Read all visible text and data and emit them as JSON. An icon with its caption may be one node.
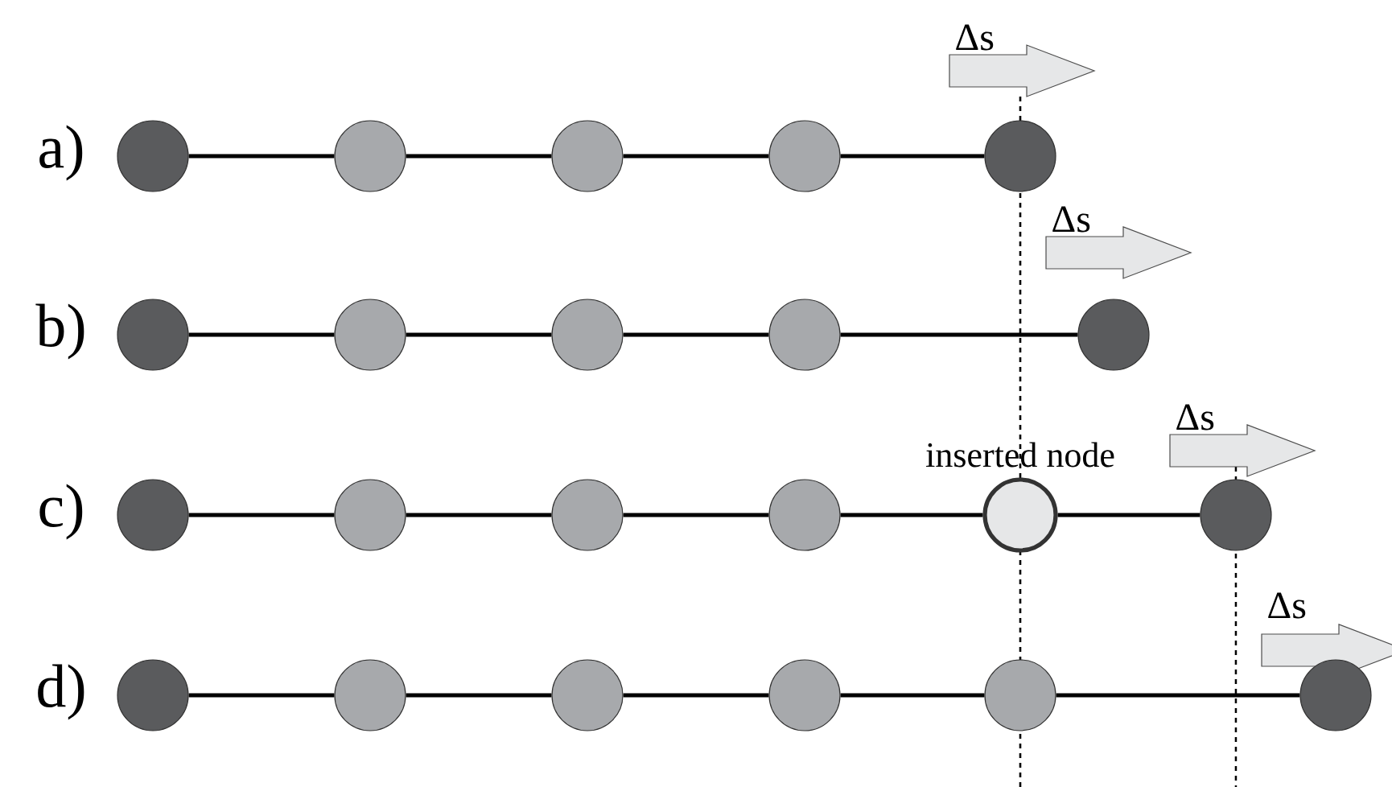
{
  "diagram": {
    "nodes": [
      {
        "text": [],
        "shape": "circle"
      },
      {
        "text": [],
        "shape": "circle"
      },
      {
        "text": [],
        "shape": "circle"
      },
      {
        "text": [],
        "shape": "circle"
      },
      {
        "text": [],
        "shape": "circle"
      },
      {
        "text": [],
        "shape": "circle"
      },
      {
        "text": [],
        "shape": "circle"
      },
      {
        "text": [],
        "shape": "circle"
      },
      {
        "text": [],
        "shape": "circle"
      },
      {
        "text": [],
        "shape": "circle"
      },
      {
        "text": [],
        "shape": "circle"
      },
      {
        "text": [],
        "shape": "circle"
      },
      {
        "text": [],
        "shape": "circle"
      },
      {
        "text": [],
        "shape": "circle"
      },
      {
        "text": [],
        "shape": "circle",
        "beside": [
          "inserted node"
        ]
      },
      {
        "text": [],
        "shape": "circle"
      },
      {
        "text": [],
        "shape": "circle"
      },
      {
        "text": [],
        "shape": "circle"
      },
      {
        "text": [],
        "shape": "circle"
      },
      {
        "text": [],
        "shape": "circle"
      },
      {
        "text": [],
        "shape": "circle"
      },
      {
        "text": [],
        "shape": "circle"
      }
    ],
    "edges": [
      {
        "from": 0,
        "to": 1,
        "arrow": "none"
      },
      {
        "from": 1,
        "to": 2,
        "arrow": "none"
      },
      {
        "from": 2,
        "to": 3,
        "arrow": "none"
      },
      {
        "from": 3,
        "to": 4,
        "arrow": "none"
      },
      {
        "from": 5,
        "to": 6,
        "arrow": "none"
      },
      {
        "from": 6,
        "to": 7,
        "arrow": "none"
      },
      {
        "from": 7,
        "to": 8,
        "arrow": "none"
      },
      {
        "from": 8,
        "to": 9,
        "arrow": "none"
      },
      {
        "from": 10,
        "to": 11,
        "arrow": "none"
      },
      {
        "from": 11,
        "to": 12,
        "arrow": "none"
      },
      {
        "from": 12,
        "to": 13,
        "arrow": "none"
      },
      {
        "from": 13,
        "to": 14,
        "arrow": "none"
      },
      {
        "from": 14,
        "to": 15,
        "arrow": "none"
      },
      {
        "from": 16,
        "to": 17,
        "arrow": "none"
      },
      {
        "from": 17,
        "to": 18,
        "arrow": "none"
      },
      {
        "from": 18,
        "to": 19,
        "arrow": "none"
      },
      {
        "from": 19,
        "to": 20,
        "arrow": "none"
      },
      {
        "from": 20,
        "to": 21,
        "arrow": "none"
      }
    ],
    "labels": [
      "Δs",
      "a)",
      "Δs",
      "b)",
      "Δs",
      "c)",
      "Δs",
      "d)"
    ]
  }
}
